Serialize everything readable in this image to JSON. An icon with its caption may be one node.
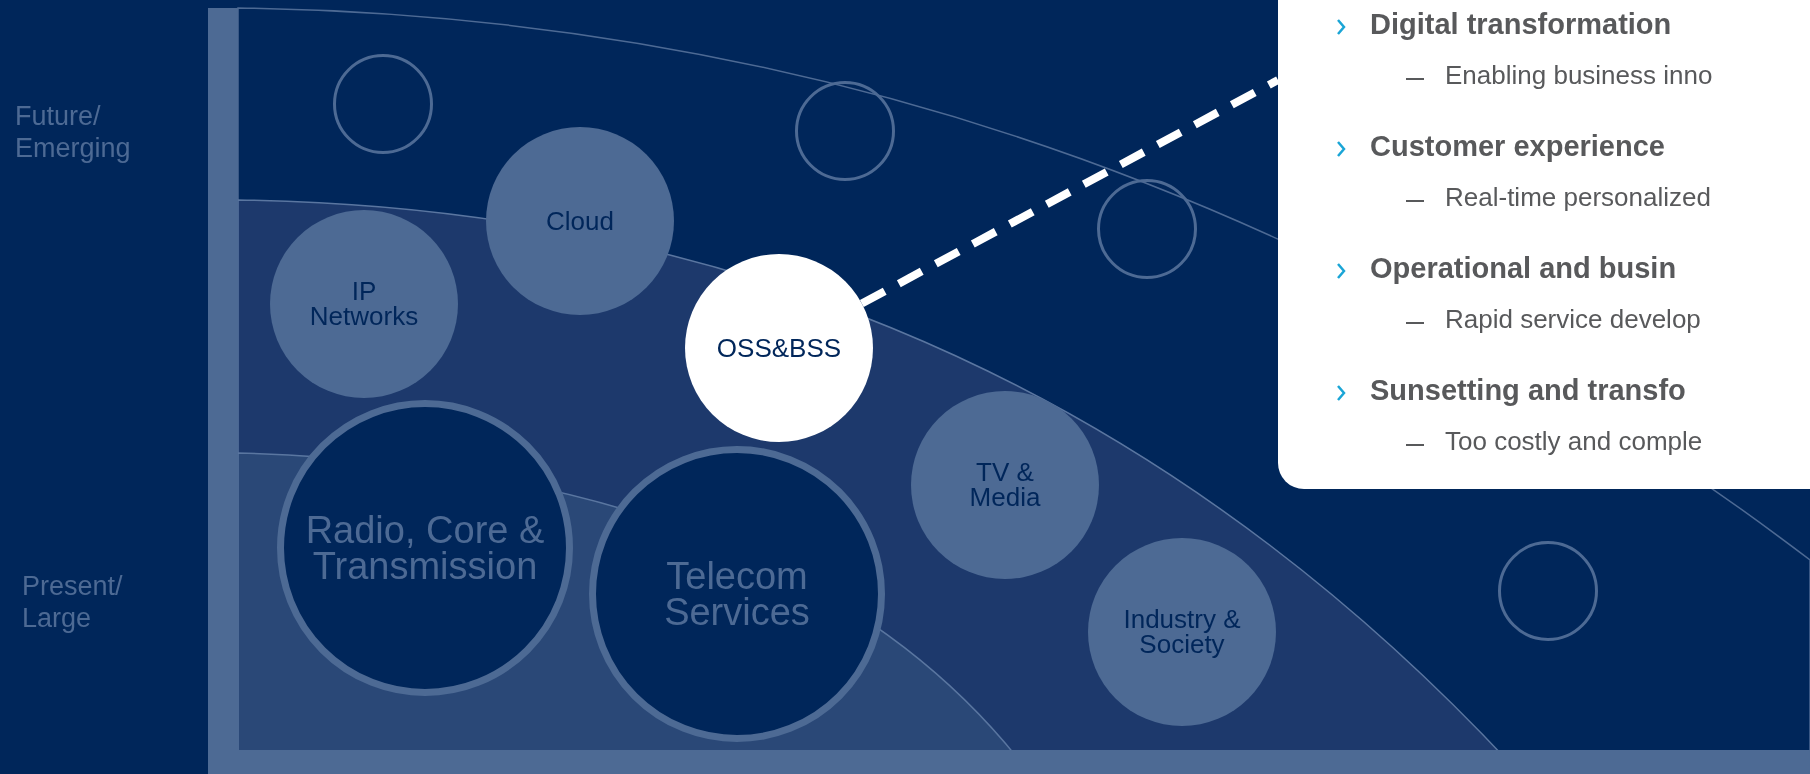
{
  "diagram": {
    "nodes": [
      {
        "text": [],
        "shape": "circle"
      },
      {
        "text": [],
        "shape": "circle"
      },
      {
        "text": [
          "Digital transformation",
          "Enabling business inno",
          "Customer experience",
          "Real-time personalized",
          "Operational and busin",
          "Rapid service develop",
          "Sunsetting and transfo",
          "Too costly and comple"
        ]
      },
      {
        "text": [],
        "shape": "circle"
      },
      {
        "text": [
          "Cloud"
        ]
      },
      {
        "text": [
          "IP Networks"
        ]
      },
      {
        "text": [
          "OSS&BSS"
        ]
      },
      {
        "text": [
          "TV & Media"
        ]
      },
      {
        "text": [
          "Radio, Core & Transmission"
        ]
      },
      {
        "text": [
          "Telecom Services"
        ]
      },
      {
        "text": [
          "Industry & Society"
        ]
      },
      {
        "text": [],
        "shape": "circle"
      }
    ],
    "edges": [
      {
        "from": 6,
        "to": 2,
        "arrow": "none",
        "style": "dashed"
      }
    ],
    "labels": [
      "Future/ Emerging",
      "Present/ Large"
    ]
  }
}
